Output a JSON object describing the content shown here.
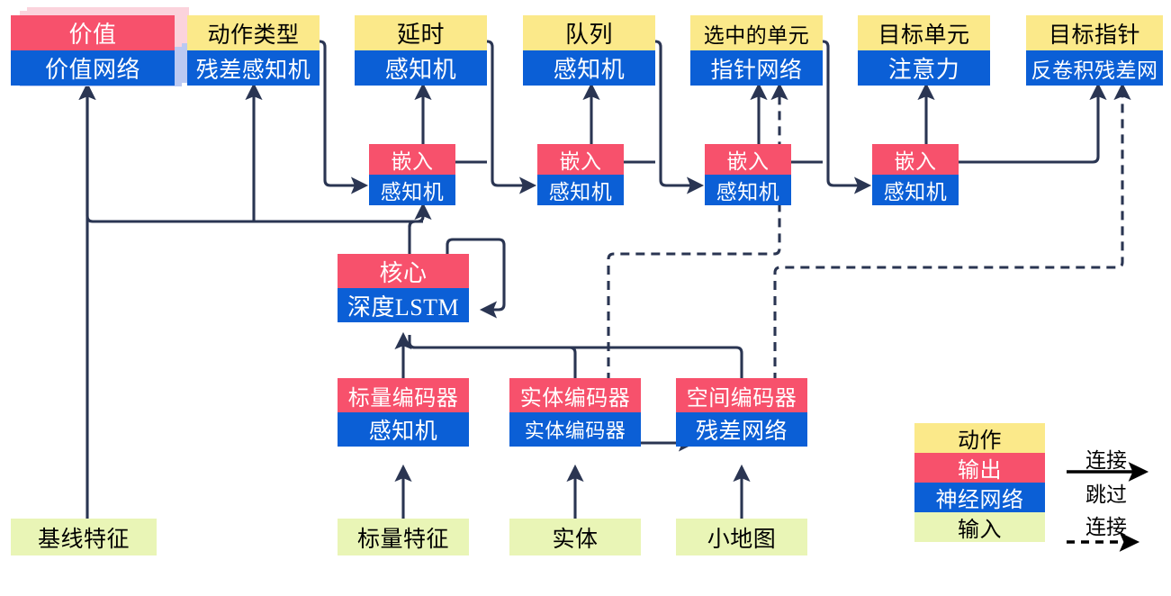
{
  "diagram": {
    "title": "AlphaStar-style network architecture diagram (Chinese labels)",
    "colors": {
      "action": "#FBE98A",
      "output": "#F7516C",
      "neural_network": "#0B5FD6",
      "input": "#E9F5B6",
      "wire": "#2A3552",
      "ghost_pink": "#FBD3DC",
      "ghost_blue": "#BBC9F2"
    }
  },
  "outputs": [
    {
      "name": "value",
      "action": "价值",
      "net": "价值网络"
    },
    {
      "name": "action-type",
      "action": "动作类型",
      "net": "残差感知机"
    },
    {
      "name": "delay",
      "action": "延时",
      "net": "感知机"
    },
    {
      "name": "queue",
      "action": "队列",
      "net": "感知机"
    },
    {
      "name": "selected-units",
      "action": "选中的单元",
      "net": "指针网络"
    },
    {
      "name": "target-unit",
      "action": "目标单元",
      "net": "注意力"
    },
    {
      "name": "target-pointer",
      "action": "目标指针",
      "net": "反卷积残差网"
    }
  ],
  "embeds": [
    {
      "name": "embed-1",
      "output": "嵌入",
      "net": "感知机"
    },
    {
      "name": "embed-2",
      "output": "嵌入",
      "net": "感知机"
    },
    {
      "name": "embed-3",
      "output": "嵌入",
      "net": "感知机"
    },
    {
      "name": "embed-4",
      "output": "嵌入",
      "net": "感知机"
    }
  ],
  "core": {
    "output": "核心",
    "net": "深度LSTM"
  },
  "encoders": [
    {
      "name": "scalar-encoder",
      "output": "标量编码器",
      "net": "感知机"
    },
    {
      "name": "entity-encoder",
      "output": "实体编码器",
      "net": "实体编码器"
    },
    {
      "name": "spatial-encoder",
      "output": "空间编码器",
      "net": "残差网络"
    }
  ],
  "inputs": [
    {
      "name": "baseline-features",
      "label": "基线特征"
    },
    {
      "name": "scalar-features",
      "label": "标量特征"
    },
    {
      "name": "entities",
      "label": "实体"
    },
    {
      "name": "minimap",
      "label": "小地图"
    }
  ],
  "legend": {
    "swatches": [
      {
        "name": "legend-action",
        "label": "动作",
        "kind": "action"
      },
      {
        "name": "legend-output",
        "label": "输出",
        "kind": "output"
      },
      {
        "name": "legend-nn",
        "label": "神经网络",
        "kind": "nn"
      },
      {
        "name": "legend-input",
        "label": "输入",
        "kind": "input"
      }
    ],
    "connection_label": "连接",
    "skip_label_line1": "跳过",
    "skip_label_line2": "连接"
  }
}
